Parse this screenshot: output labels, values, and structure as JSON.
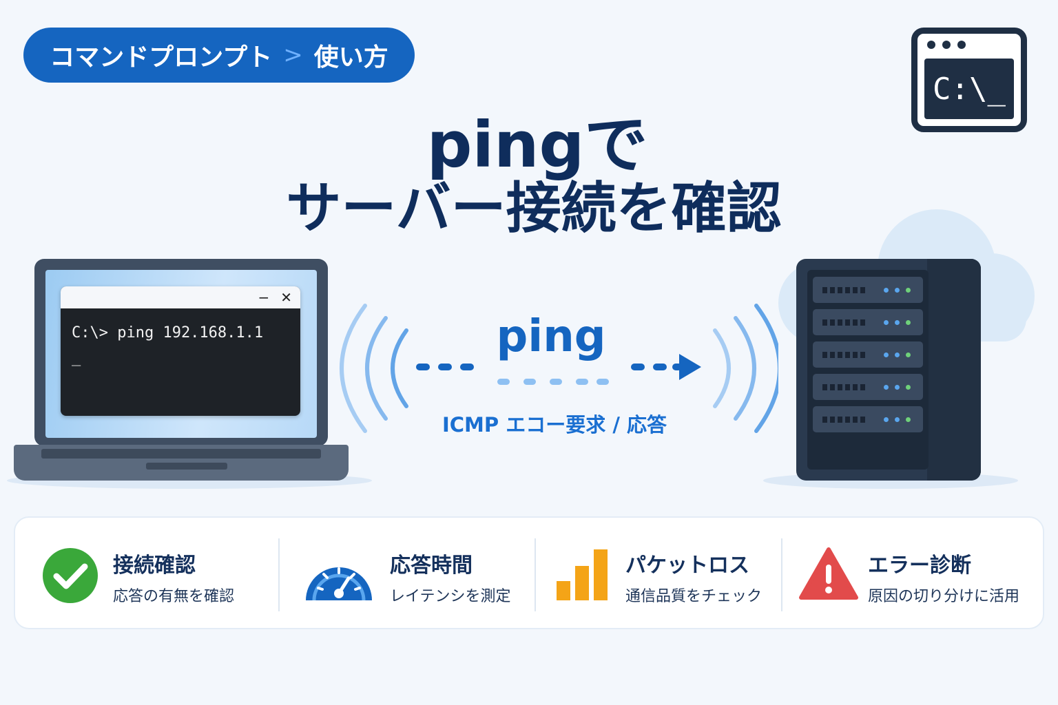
{
  "breadcrumb": {
    "parent": "コマンドプロンプト",
    "separator": ">",
    "current": "使い方"
  },
  "cmd_icon": {
    "text": "C:\\_",
    "icon": "command-prompt-icon"
  },
  "title": {
    "line1": "pingで",
    "line2": "サーバー接続を確認"
  },
  "laptop": {
    "terminal_command": "C:\\> ping 192.168.1.1",
    "terminal_cursor": "_",
    "minimize": "−",
    "close": "✕"
  },
  "center": {
    "ping_label": "ping",
    "protocol_label": "ICMP エコー要求 / 応答"
  },
  "features": [
    {
      "title": "接続確認",
      "desc": "応答の有無を確認",
      "icon": "check-circle-icon",
      "color": "#3aa83a"
    },
    {
      "title": "応答時間",
      "desc": "レイテンシを測定",
      "icon": "speedometer-icon",
      "color": "#1565c0"
    },
    {
      "title": "パケットロス",
      "desc": "通信品質をチェック",
      "icon": "bar-chart-icon",
      "color": "#f4a417"
    },
    {
      "title": "エラー診断",
      "desc": "原因の切り分けに活用",
      "icon": "warning-icon",
      "color": "#e24b4b"
    }
  ]
}
